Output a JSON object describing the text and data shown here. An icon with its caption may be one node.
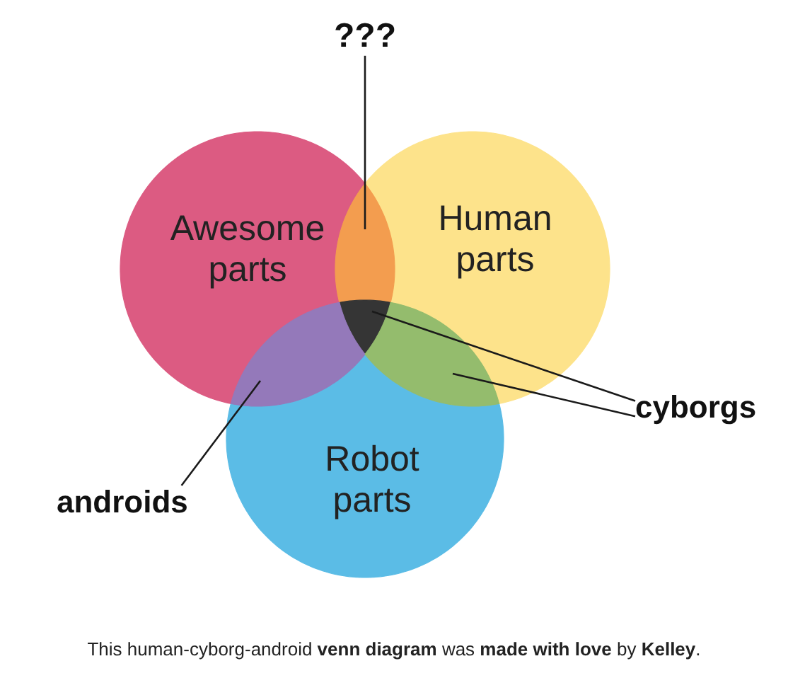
{
  "diagram": {
    "caption": "This human-cyborg-android **venn diagram** was **made with love** by **Kelley**.",
    "nodes": [
      {
        "text": [
          "???"
        ]
      },
      {
        "text": [
          "Awesome parts"
        ]
      },
      {
        "text": [
          "Human parts"
        ]
      },
      {
        "text": [],
        "shape": "lens"
      },
      {
        "text": [],
        "shape": "triangle"
      },
      {
        "text": [],
        "shape": "lens"
      },
      {
        "text": [],
        "shape": "lens"
      },
      {
        "text": [
          "cyborgs"
        ]
      },
      {
        "text": [
          "Robot parts"
        ]
      },
      {
        "text": [
          "androids"
        ]
      }
    ],
    "edges": [
      {
        "from": 0,
        "to": 3,
        "arrow": "none"
      },
      {
        "from": 7,
        "to": 4,
        "arrow": "none"
      },
      {
        "from": 7,
        "to": 6,
        "arrow": "none"
      },
      {
        "from": 9,
        "to": 5,
        "arrow": "none"
      }
    ]
  }
}
